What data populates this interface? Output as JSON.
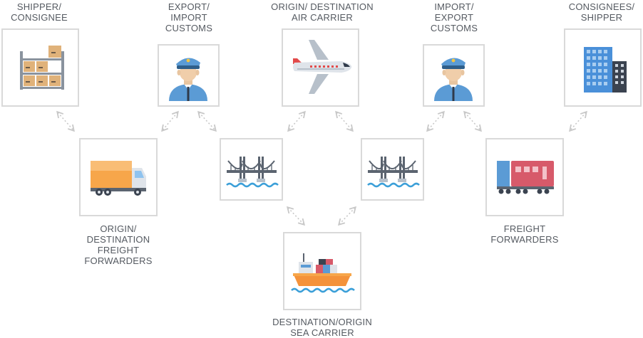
{
  "colors": {
    "text": "#555a61",
    "box_border": "#d9d9d9",
    "connector": "#c8c8c8",
    "uniform_blue": "#5b9bd5",
    "truck_orange": "#f7a64a",
    "ship_orange": "#f4923a",
    "train_red": "#d75a6a",
    "building_blue": "#4a90d9",
    "water_blue": "#3b9fd8",
    "bridge_gray": "#5b6470"
  },
  "nodes": [
    {
      "id": "shipper",
      "label": "SHIPPER/\nCONSIGNEE",
      "icon": "warehouse-shelves-icon"
    },
    {
      "id": "export-customs",
      "label": "EXPORT/\nIMPORT\nCUSTOMS",
      "icon": "customs-officer-icon"
    },
    {
      "id": "air-carrier",
      "label": "ORIGIN/ DESTINATION\nAIR CARRIER",
      "icon": "airplane-icon"
    },
    {
      "id": "import-customs",
      "label": "IMPORT/\nEXPORT\nCUSTOMS",
      "icon": "customs-officer-icon"
    },
    {
      "id": "consignees",
      "label": "CONSIGNEES/\nSHIPPER",
      "icon": "office-building-icon"
    },
    {
      "id": "origin-forwarders",
      "label": "ORIGIN/\nDESTINATION\nFREIGHT\nFORWARDERS",
      "icon": "truck-icon"
    },
    {
      "id": "bridge-left",
      "label": "",
      "icon": "bridge-icon"
    },
    {
      "id": "bridge-right",
      "label": "",
      "icon": "bridge-icon"
    },
    {
      "id": "freight-forwarders",
      "label": "FREIGHT\nFORWARDERS",
      "icon": "train-icon"
    },
    {
      "id": "sea-carrier",
      "label": "DESTINATION/ORIGIN\nSEA CARRIER",
      "icon": "cargo-ship-icon"
    }
  ],
  "edges": [
    [
      "shipper",
      "origin-forwarders"
    ],
    [
      "export-customs",
      "origin-forwarders"
    ],
    [
      "export-customs",
      "bridge-left"
    ],
    [
      "air-carrier",
      "bridge-left"
    ],
    [
      "air-carrier",
      "bridge-right"
    ],
    [
      "import-customs",
      "bridge-right"
    ],
    [
      "import-customs",
      "freight-forwarders"
    ],
    [
      "consignees",
      "freight-forwarders"
    ],
    [
      "bridge-left",
      "sea-carrier"
    ],
    [
      "bridge-right",
      "sea-carrier"
    ]
  ]
}
